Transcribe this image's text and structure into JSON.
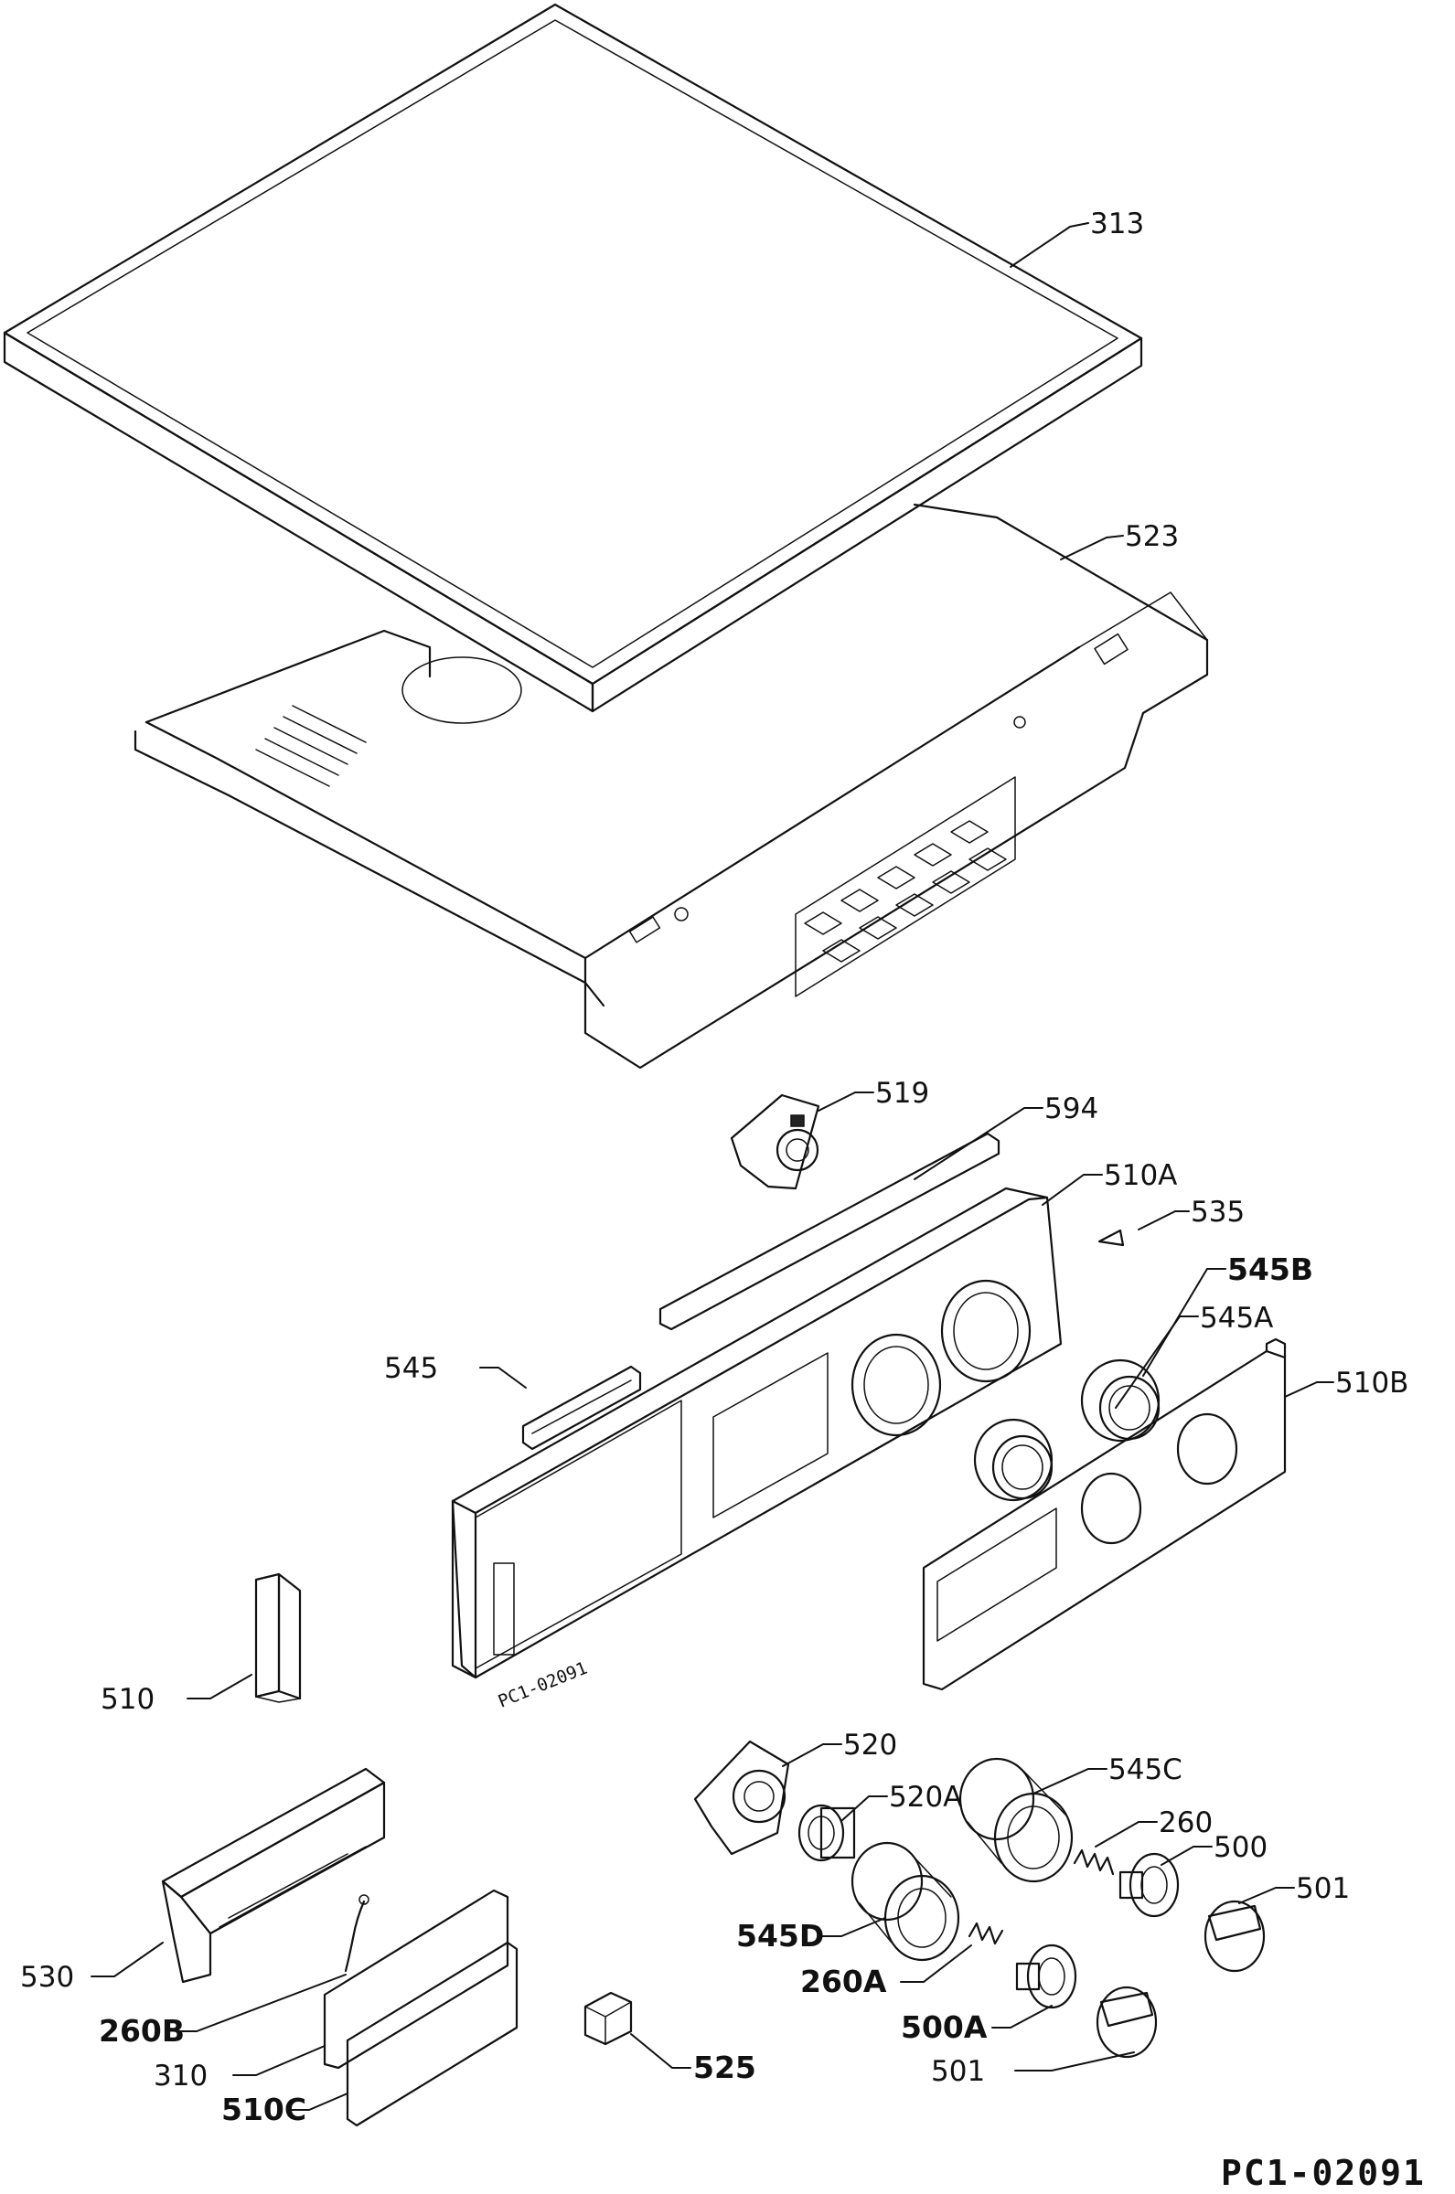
{
  "diagram": {
    "reference_code": "PC1-02091",
    "panel_stamp": "PC1-02091",
    "callouts": [
      {
        "id": "313",
        "label": "313"
      },
      {
        "id": "523",
        "label": "523"
      },
      {
        "id": "519",
        "label": "519"
      },
      {
        "id": "594",
        "label": "594"
      },
      {
        "id": "510a",
        "label": "510A"
      },
      {
        "id": "535",
        "label": "535"
      },
      {
        "id": "545b",
        "label": "545B"
      },
      {
        "id": "545a",
        "label": "545A"
      },
      {
        "id": "510b",
        "label": "510B"
      },
      {
        "id": "545",
        "label": "545"
      },
      {
        "id": "510",
        "label": "510"
      },
      {
        "id": "520",
        "label": "520"
      },
      {
        "id": "520a",
        "label": "520A"
      },
      {
        "id": "545c",
        "label": "545C"
      },
      {
        "id": "260",
        "label": "260"
      },
      {
        "id": "500",
        "label": "500"
      },
      {
        "id": "501-upper",
        "label": "501"
      },
      {
        "id": "545d",
        "label": "545D"
      },
      {
        "id": "260a",
        "label": "260A"
      },
      {
        "id": "500a",
        "label": "500A"
      },
      {
        "id": "501-lower",
        "label": "501"
      },
      {
        "id": "530",
        "label": "530"
      },
      {
        "id": "260b",
        "label": "260B"
      },
      {
        "id": "310",
        "label": "310"
      },
      {
        "id": "510c",
        "label": "510C"
      },
      {
        "id": "525",
        "label": "525"
      }
    ]
  }
}
